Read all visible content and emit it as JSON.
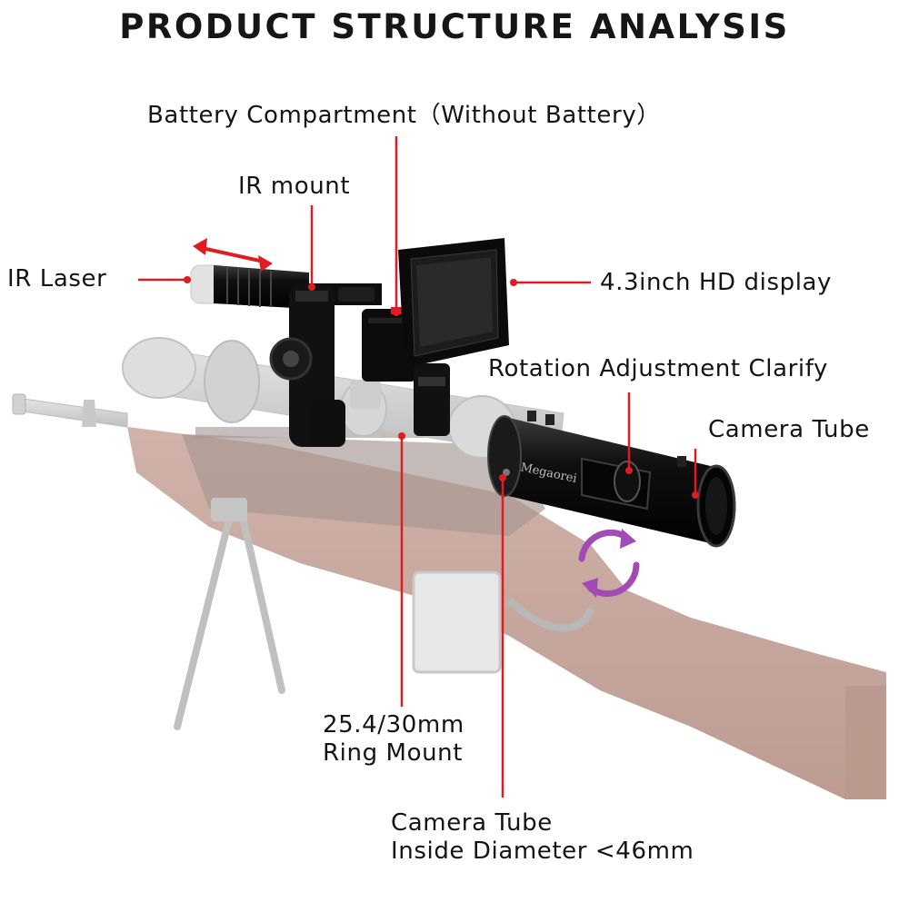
{
  "title": "PRODUCT STRUCTURE ANALYSIS",
  "labels": {
    "battery_compartment": "Battery Compartment（Without Battery）",
    "ir_mount": "IR mount",
    "ir_laser": "IR Laser",
    "display": "4.3inch HD display",
    "rotation_adjustment": "Rotation Adjustment Clarify",
    "camera_tube": "Camera Tube",
    "ring_mount": "25.4/30mm\nRing Mount",
    "camera_tube_diameter": "Camera Tube\nInside Diameter <46mm"
  },
  "brand_on_tube": "Megaorei",
  "colors": {
    "leader_line": "#e11b22",
    "rotation_arrows": "#a24bb5",
    "laser_arrow": "#e11b22",
    "device_black": "#111111",
    "rifle_stock": "#b0877a",
    "rifle_ghost": "#c8c8c8"
  }
}
